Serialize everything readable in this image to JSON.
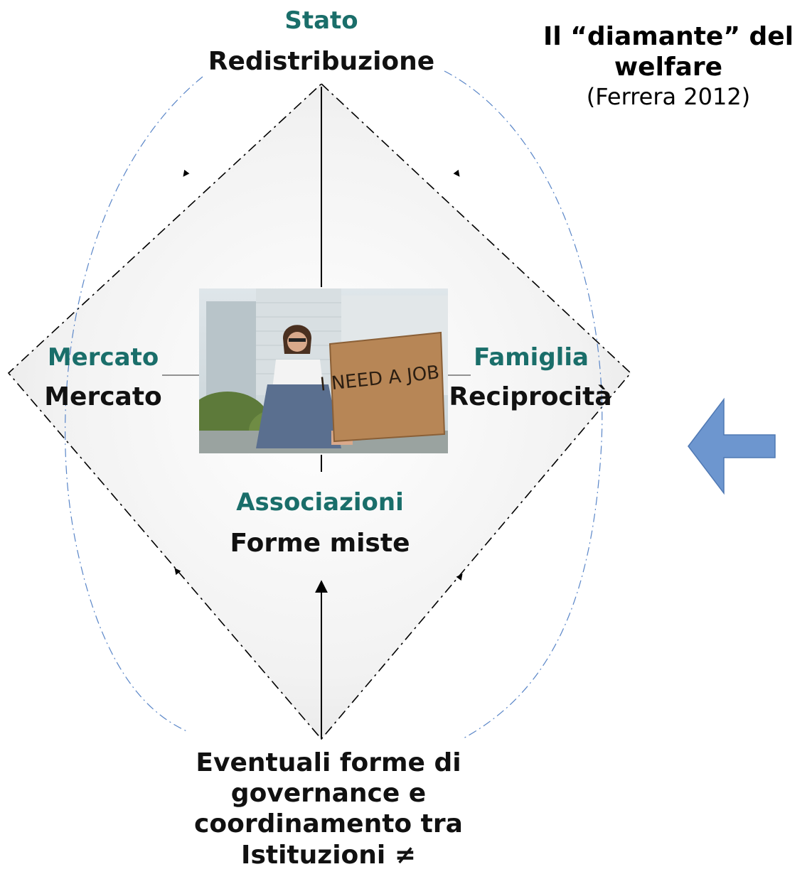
{
  "title": {
    "line1": "Il “diamante” del welfare",
    "line2": "(Ferrera 2012)"
  },
  "nodes": {
    "top": {
      "sector": "Stato",
      "principle": "Redistribuzione"
    },
    "left": {
      "sector": "Mercato",
      "principle": "Mercato"
    },
    "right": {
      "sector": "Famiglia",
      "principle": "Reciprocità"
    },
    "center": {
      "sector": "Associazioni",
      "principle": "Forme miste"
    },
    "bottom": {
      "text": "Eventuali forme di governance e coordinamento tra Istituzioni ≠"
    }
  },
  "photo": {
    "sign_text": "I NEED A JOB"
  },
  "colors": {
    "sector_label": "#1a6e6a",
    "principle_label": "#111111",
    "block_arrow": "#6d96cf",
    "dash_outline_blue": "#5a86c8"
  },
  "icons": {
    "side_arrow": "left-block-arrow-icon"
  }
}
